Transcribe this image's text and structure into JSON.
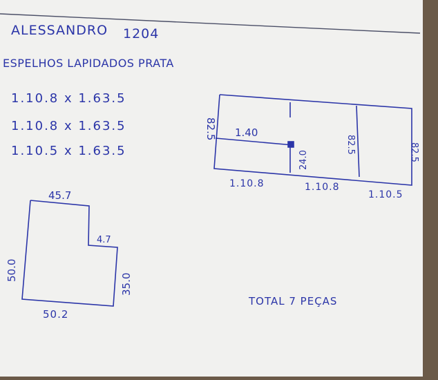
{
  "header": {
    "name": "ALESSANDRO",
    "number": "1204",
    "subtitle": "ESPELHOS LAPIDADOS PRATA"
  },
  "pieces": [
    "1.10.8 x 1.63.5",
    "1.10.8 x 1.63.5",
    "1.10.5 x 1.63.5"
  ],
  "wall_sketch": {
    "left_height": "82.5",
    "upper_width": "1.40",
    "inner_height": "24.0",
    "middle_height": "82.5",
    "right_height": "82.5",
    "bottom_widths": [
      "1.10.8",
      "1.10.8",
      "1.10.5"
    ]
  },
  "l_shape": {
    "top": "45.7",
    "notch": "4.7",
    "left": "50.0",
    "right": "35.0",
    "bottom": "50.2"
  },
  "footer": {
    "total": "TOTAL 7 PEÇAS"
  },
  "colors": {
    "ink": "#2b35a8",
    "paper": "#f1f1ef",
    "background": "#6b5a48"
  }
}
